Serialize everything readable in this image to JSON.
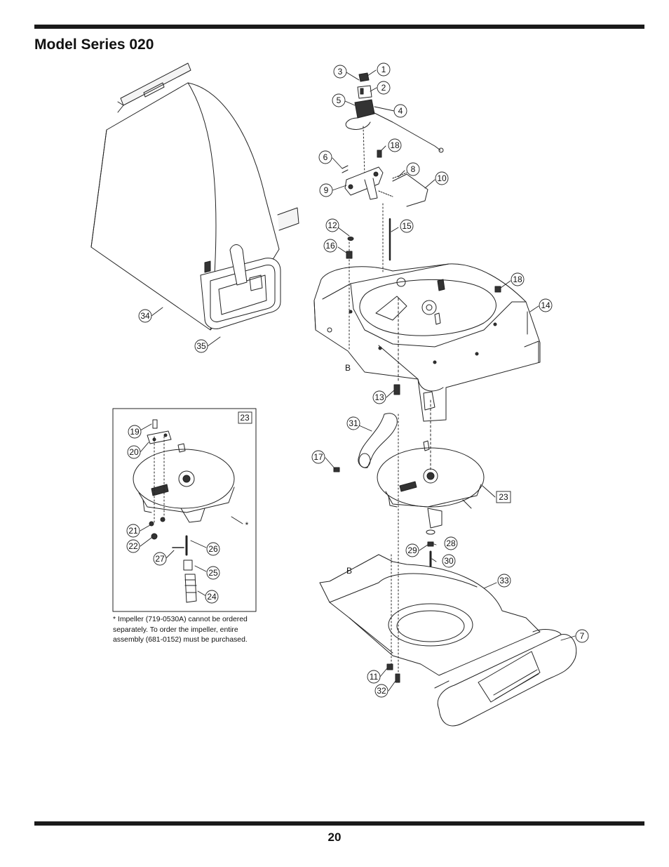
{
  "header": {
    "title": "Model Series 020"
  },
  "footer": {
    "page_number": "20"
  },
  "inset": {
    "note": "* Impeller (719-0530A) cannot be ordered separately. To order the impeller, entire assembly (681-0152) must be purchased.",
    "asterisk": "*"
  },
  "refs": {
    "b_upper": "B",
    "b_lower": "B"
  },
  "callouts": {
    "c1": "1",
    "c2": "2",
    "c3": "3",
    "c4": "4",
    "c5": "5",
    "c6": "6",
    "c7": "7",
    "c8": "8",
    "c9": "9",
    "c10": "10",
    "c11": "11",
    "c12": "12",
    "c13": "13",
    "c14": "14",
    "c15": "15",
    "c16": "16",
    "c17": "17",
    "c18a": "18",
    "c18b": "18",
    "c19": "19",
    "c20": "20",
    "c21": "21",
    "c22": "22",
    "c23_inset": "23",
    "c23_main": "23",
    "c24": "24",
    "c25": "25",
    "c26": "26",
    "c27": "27",
    "c28": "28",
    "c29": "29",
    "c30": "30",
    "c31": "31",
    "c32": "32",
    "c33": "33",
    "c34": "34",
    "c35": "35"
  }
}
